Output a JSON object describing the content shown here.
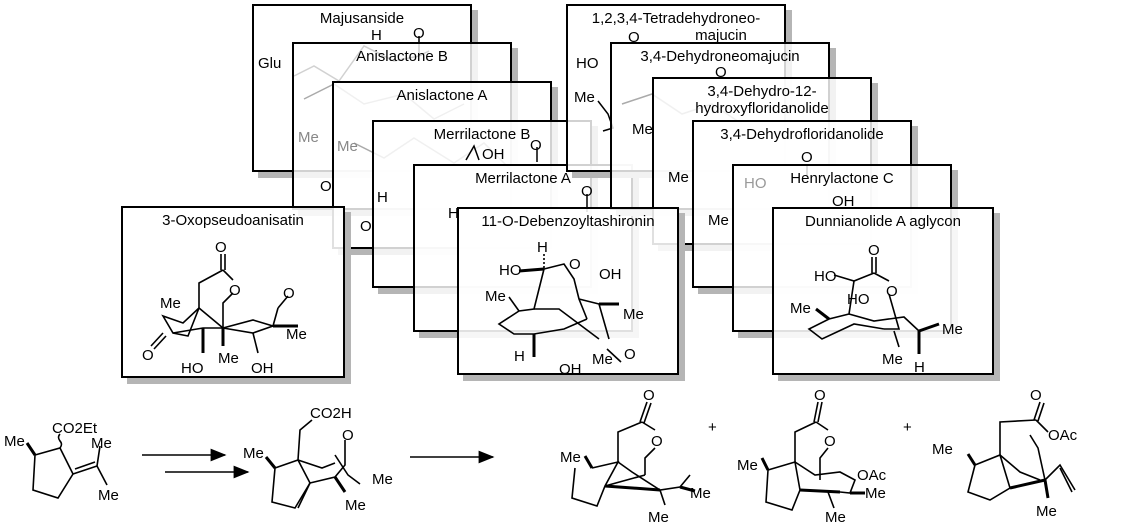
{
  "back_cards": [
    {
      "title": "Majusanside",
      "labels": [
        "Glu",
        "H",
        "O"
      ]
    },
    {
      "title": "Anislactone B",
      "labels": [
        "O",
        "Me"
      ]
    },
    {
      "title": "Anislactone A",
      "labels": [
        "Me",
        "O"
      ]
    },
    {
      "title": "Merrilactone B",
      "labels": [
        "OH",
        "O",
        "H"
      ]
    },
    {
      "title": "Merrilactone A",
      "labels": [
        "O",
        "H"
      ]
    },
    {
      "title": "1,2,3,4-Tetradehydroneo-\nmajucin",
      "title_line1": "1,2,3,4-Tetradehydroneo-",
      "title_line2": "majucin",
      "labels": [
        "O",
        "HO",
        "Me"
      ]
    },
    {
      "title": "3,4-Dehydroneomajucin",
      "labels": [
        "O",
        "Me"
      ]
    },
    {
      "title_line1": "3,4-Dehydro-12-",
      "title_line2": "hydroxyfloridanolide",
      "labels": [
        "Me"
      ]
    },
    {
      "title": "3,4-Dehydrofloridanolide",
      "labels": [
        "O",
        "Me"
      ]
    },
    {
      "title": "Henrylactone C",
      "labels": [
        "OH",
        "HO"
      ]
    }
  ],
  "front_cards": {
    "oxopseudoanisatin": {
      "title": "3-Oxopseudoanisatin",
      "labels": [
        "O",
        "O",
        "O",
        "Me",
        "Me",
        "O",
        "HO",
        "Me",
        "OH"
      ]
    },
    "tashironin": {
      "title": "11-O-Debenzoyltashironin",
      "labels": [
        "H",
        "O",
        "OH",
        "HO",
        "Me",
        "Me",
        "H",
        "Me",
        "O",
        "OH"
      ]
    },
    "dunnianolide": {
      "title": "Dunnianolide A aglycon",
      "labels": [
        "O",
        "HO",
        "O",
        "HO",
        "Me",
        "Me",
        "Me",
        "H"
      ]
    }
  },
  "scheme": {
    "start": {
      "labels": [
        "CO2Et",
        "Me",
        "Me",
        "Me"
      ]
    },
    "intermediate": {
      "labels": [
        "CO2H",
        "O",
        "Me",
        "Me",
        "Me"
      ]
    },
    "product1": {
      "labels": [
        "O",
        "O",
        "Me",
        "Me",
        "Me"
      ]
    },
    "product2": {
      "labels": [
        "O",
        "O",
        "Me",
        "OAc",
        "Me",
        "Me"
      ]
    },
    "product3": {
      "labels": [
        "O",
        "OAc",
        "Me",
        "Me"
      ]
    },
    "plus": "+"
  }
}
